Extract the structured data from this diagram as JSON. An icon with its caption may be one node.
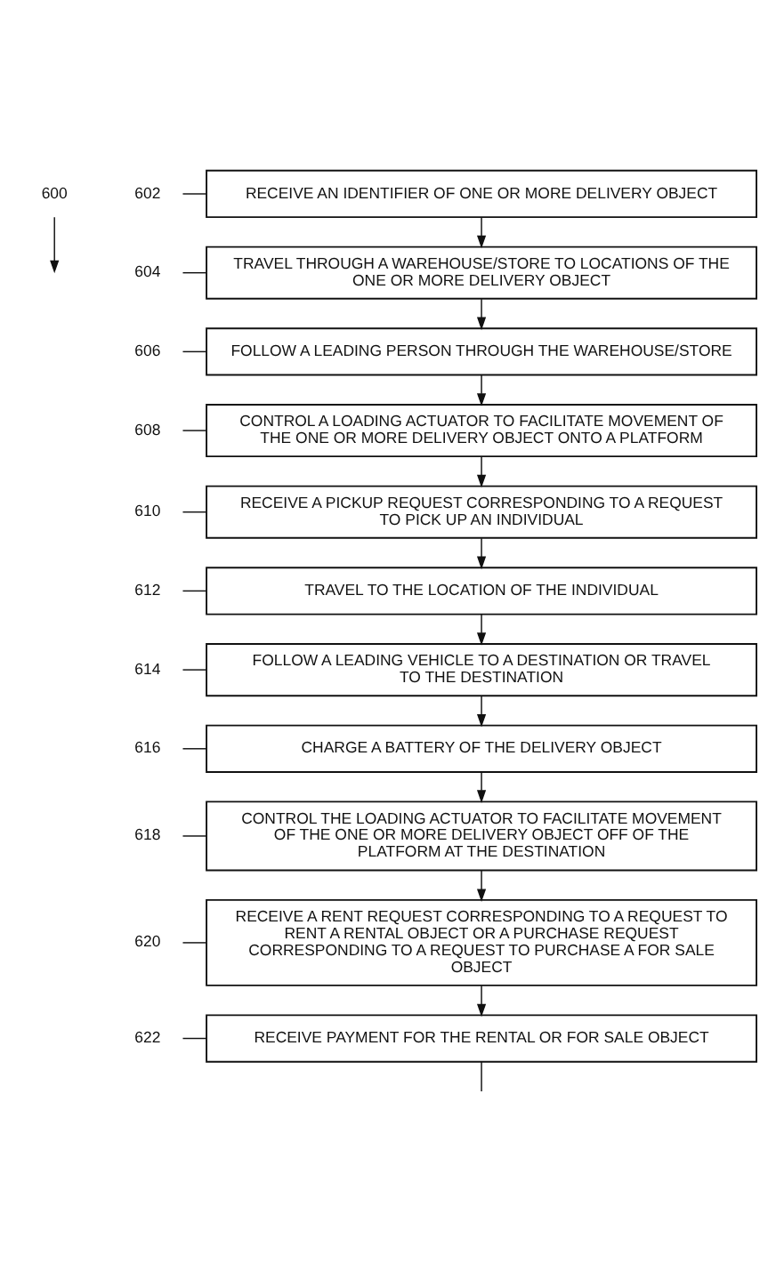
{
  "diagram": {
    "nodes": [
      {
        "text": [
          "600"
        ]
      },
      {
        "text": [
          "602"
        ]
      },
      {
        "text": [
          "RECEIVE AN IDENTIFIER OF ONE OR MORE DELIVERY OBJECT"
        ]
      },
      {
        "text": [
          "604"
        ]
      },
      {
        "text": [
          "TRAVEL THROUGH A WAREHOUSE/STORE TO LOCATIONS OF THE ONE OR MORE DELIVERY OBJECT"
        ]
      },
      {
        "text": [
          "606"
        ]
      },
      {
        "text": [
          "FOLLOW A LEADING PERSON THROUGH THE WAREHOUSE/STORE"
        ]
      },
      {
        "text": [
          "608"
        ]
      },
      {
        "text": [
          "CONTROL A LOADING ACTUATOR TO FACILITATE MOVEMENT OF THE ONE OR MORE DELIVERY OBJECT ONTO A PLATFORM"
        ]
      },
      {
        "text": [
          "610"
        ]
      },
      {
        "text": [
          "RECEIVE A PICKUP REQUEST CORRESPONDING TO A REQUEST TO PICK UP AN INDIVIDUAL"
        ]
      },
      {
        "text": [
          "612"
        ]
      },
      {
        "text": [
          "TRAVEL TO THE LOCATION OF THE INDIVIDUAL"
        ]
      },
      {
        "text": [
          "614"
        ]
      },
      {
        "text": [
          "FOLLOW A LEADING VEHICLE TO A DESTINATION OR TRAVEL TO THE DESTINATION"
        ]
      },
      {
        "text": [
          "616"
        ]
      },
      {
        "text": [
          "CHARGE A BATTERY OF THE DELIVERY OBJECT"
        ]
      },
      {
        "text": [
          "618"
        ]
      },
      {
        "text": [
          "CONTROL THE LOADING ACTUATOR TO FACILITATE MOVEMENT OF THE ONE OR MORE DELIVERY OBJECT OFF OF THE PLATFORM AT THE DESTINATION"
        ]
      },
      {
        "text": [
          "620"
        ]
      },
      {
        "text": [
          "RECEIVE A RENT REQUEST CORRESPONDING TO A REQUEST TO RENT A RENTAL OBJECT OR A PURCHASE REQUEST CORRESPONDING TO A REQUEST TO PURCHASE A FOR SALE OBJECT"
        ]
      },
      {
        "text": [
          "622"
        ]
      },
      {
        "text": [
          "RECEIVE PAYMENT FOR THE RENTAL OR FOR SALE OBJECT"
        ]
      }
    ],
    "edges": [
      {
        "from": 0,
        "to": null,
        "arrow": "to"
      },
      {
        "from": 1,
        "to": 2,
        "arrow": "none"
      },
      {
        "from": 2,
        "to": 4,
        "arrow": "to"
      },
      {
        "from": 3,
        "to": 4,
        "arrow": "none"
      },
      {
        "from": 4,
        "to": 6,
        "arrow": "to"
      },
      {
        "from": 5,
        "to": 6,
        "arrow": "none"
      },
      {
        "from": 6,
        "to": 8,
        "arrow": "to"
      },
      {
        "from": 7,
        "to": 8,
        "arrow": "none"
      },
      {
        "from": 8,
        "to": 10,
        "arrow": "to"
      },
      {
        "from": 9,
        "to": 10,
        "arrow": "none"
      },
      {
        "from": 10,
        "to": 12,
        "arrow": "to"
      },
      {
        "from": 11,
        "to": 12,
        "arrow": "none"
      },
      {
        "from": 12,
        "to": 14,
        "arrow": "to"
      },
      {
        "from": 13,
        "to": 14,
        "arrow": "none"
      },
      {
        "from": 14,
        "to": 16,
        "arrow": "to"
      },
      {
        "from": 15,
        "to": 16,
        "arrow": "none"
      },
      {
        "from": 16,
        "to": 18,
        "arrow": "to"
      },
      {
        "from": 17,
        "to": 18,
        "arrow": "none"
      },
      {
        "from": 18,
        "to": 20,
        "arrow": "to"
      },
      {
        "from": 19,
        "to": 20,
        "arrow": "none"
      },
      {
        "from": 20,
        "to": 22,
        "arrow": "to"
      },
      {
        "from": 21,
        "to": 22,
        "arrow": "none"
      },
      {
        "from": 22,
        "to": null,
        "arrow": "none"
      }
    ]
  }
}
